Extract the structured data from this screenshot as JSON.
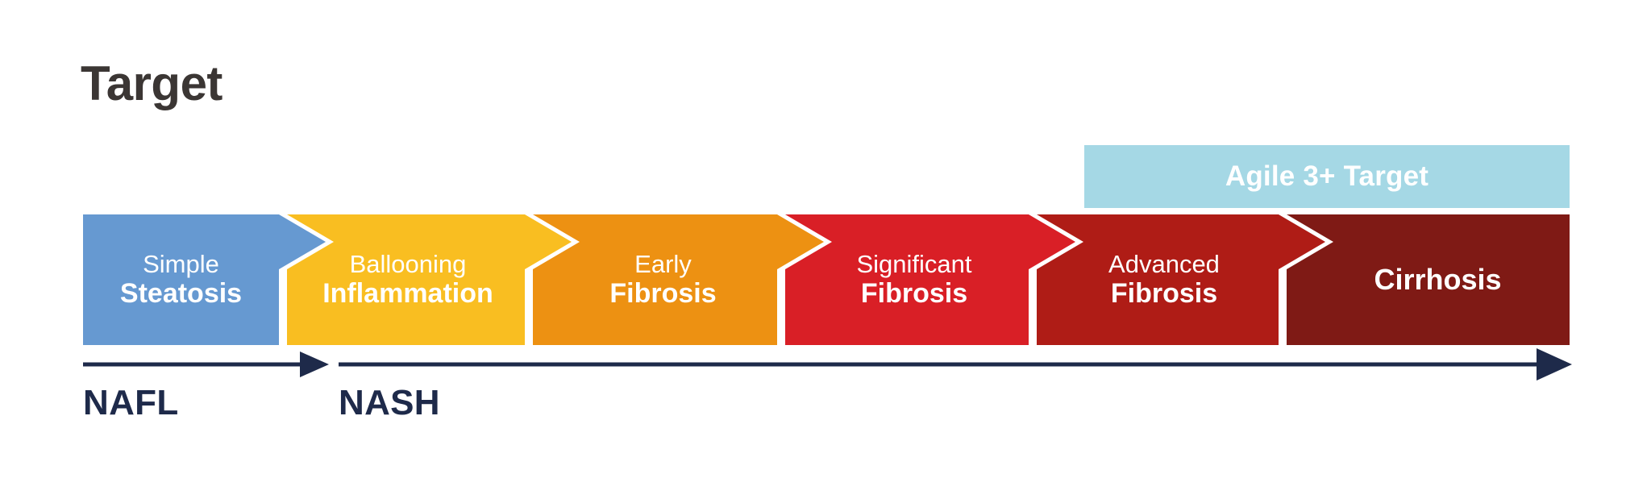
{
  "page": {
    "title": "Target",
    "background_color": "#FFFFFF",
    "title_color": "#3B3634"
  },
  "banner": {
    "label": "Agile 3+ Target",
    "fill_color": "#A5D8E5",
    "text_color": "#FFFFFF",
    "spans_stages": [
      "Advanced Fibrosis",
      "Cirrhosis"
    ]
  },
  "chart_data": {
    "type": "diagram",
    "subtype": "stage-progression-chevron",
    "title": "Target",
    "stages": [
      {
        "index": 1,
        "line1": "Simple",
        "line2": "Steatosis",
        "color": "#6699D1",
        "group": "NAFL"
      },
      {
        "index": 2,
        "line1": "Ballooning",
        "line2": "Inflammation",
        "color": "#F9BE21",
        "group": "NASH"
      },
      {
        "index": 3,
        "line1": "Early",
        "line2": "Fibrosis",
        "color": "#ED9112",
        "group": "NASH"
      },
      {
        "index": 4,
        "line1": "Significant",
        "line2": "Fibrosis",
        "color": "#D91F26",
        "group": "NASH"
      },
      {
        "index": 5,
        "line1": "Advanced",
        "line2": "Fibrosis",
        "color": "#AF1C16",
        "group": "NASH"
      },
      {
        "index": 6,
        "line1": "",
        "line2": "Cirrhosis",
        "color": "#7F1A15",
        "group": "NASH"
      }
    ],
    "annotations": [
      {
        "text": "Agile 3+ Target",
        "covers": [
          "Advanced Fibrosis",
          "Cirrhosis"
        ],
        "color": "#A5D8E5"
      }
    ]
  },
  "axis": {
    "color": "#1E2A4A",
    "groups": [
      {
        "label": "NAFL",
        "arrow": true
      },
      {
        "label": "NASH",
        "arrow": true
      }
    ]
  }
}
